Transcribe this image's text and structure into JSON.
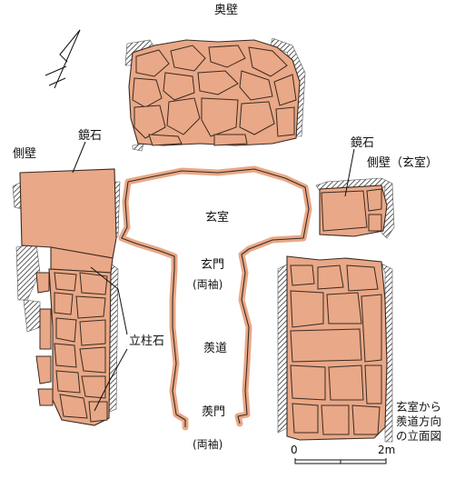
{
  "labels": {
    "back_wall": "奥壁",
    "mirror_stone_left": "鏡石",
    "side_wall": "側壁",
    "mirror_stone_right": "鏡石",
    "side_wall_chamber": "側壁（玄室）",
    "chamber": "玄室",
    "chamber_gate": "玄門",
    "gate_note_1": "(両袖)",
    "passage": "羨道",
    "passage_gate": "羨門",
    "gate_note_2": "(両袖)",
    "pillar_stone": "立柱石",
    "elevation_caption": [
      "玄室から",
      "羨道方向",
      "の立面図"
    ]
  },
  "scale_bar": {
    "start": "0",
    "end": "2m"
  },
  "icons": {
    "north_arrow": "north-arrow-icon"
  },
  "colors": {
    "stone_fill": "#e9a887",
    "stone_outline": "#3a2a22",
    "hatch": "#555555"
  }
}
